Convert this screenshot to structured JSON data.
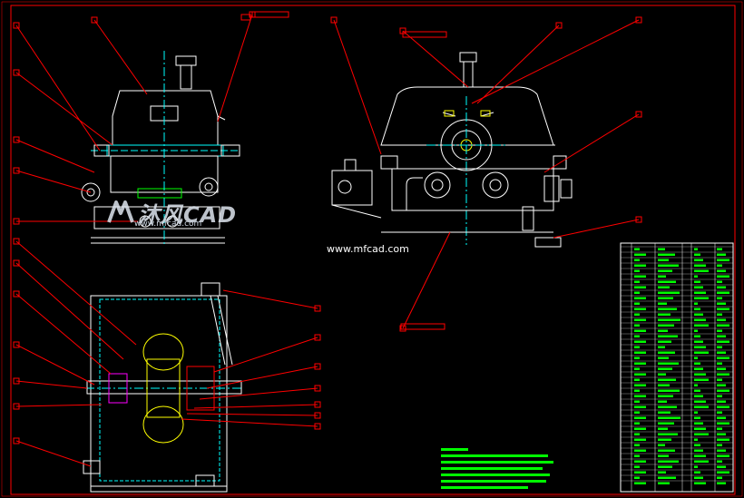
{
  "watermark": {
    "brand": "沐风CAD",
    "url": "www.mfcad.com"
  },
  "caption_url": "www.mfcad.com",
  "colors": {
    "background": "#000000",
    "frame": "#ff0000",
    "leader": "#ff0000",
    "outline": "#ffffff",
    "centerline": "#00ffff",
    "table_grid": "#ffffff",
    "table_text": "#00ff00",
    "accent_yellow": "#ffff00",
    "accent_magenta": "#ff00ff"
  },
  "icons": {
    "watermark_logo": "mfcad-logo-icon"
  }
}
